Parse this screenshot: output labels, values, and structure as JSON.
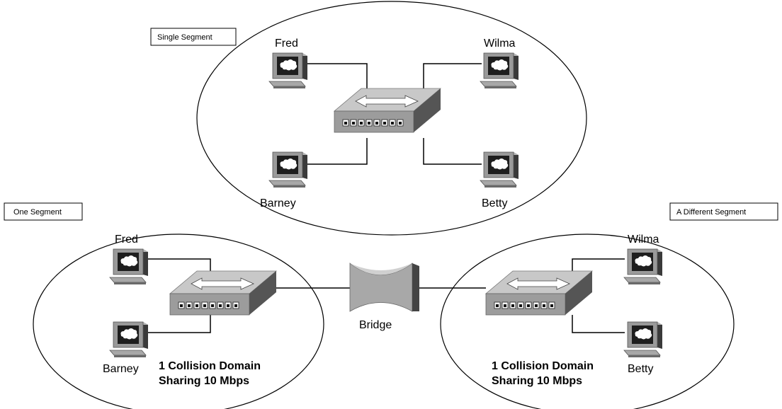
{
  "labels": {
    "top_segment": "Single Segment",
    "left_segment": "One Segment",
    "right_segment": "A Different Segment",
    "bridge": "Bridge"
  },
  "top": {
    "pcs": {
      "fred": "Fred",
      "wilma": "Wilma",
      "barney": "Barney",
      "betty": "Betty"
    }
  },
  "left": {
    "pcs": {
      "fred": "Fred",
      "barney": "Barney"
    },
    "domain_line1": "1 Collision Domain",
    "domain_line2": "Sharing 10 Mbps"
  },
  "right": {
    "pcs": {
      "wilma": "Wilma",
      "betty": "Betty"
    },
    "domain_line1": "1 Collision Domain",
    "domain_line2": "Sharing 10 Mbps"
  },
  "icons": {
    "pc": "computer-icon",
    "hub": "hub-icon",
    "bridge": "bridge-icon"
  }
}
